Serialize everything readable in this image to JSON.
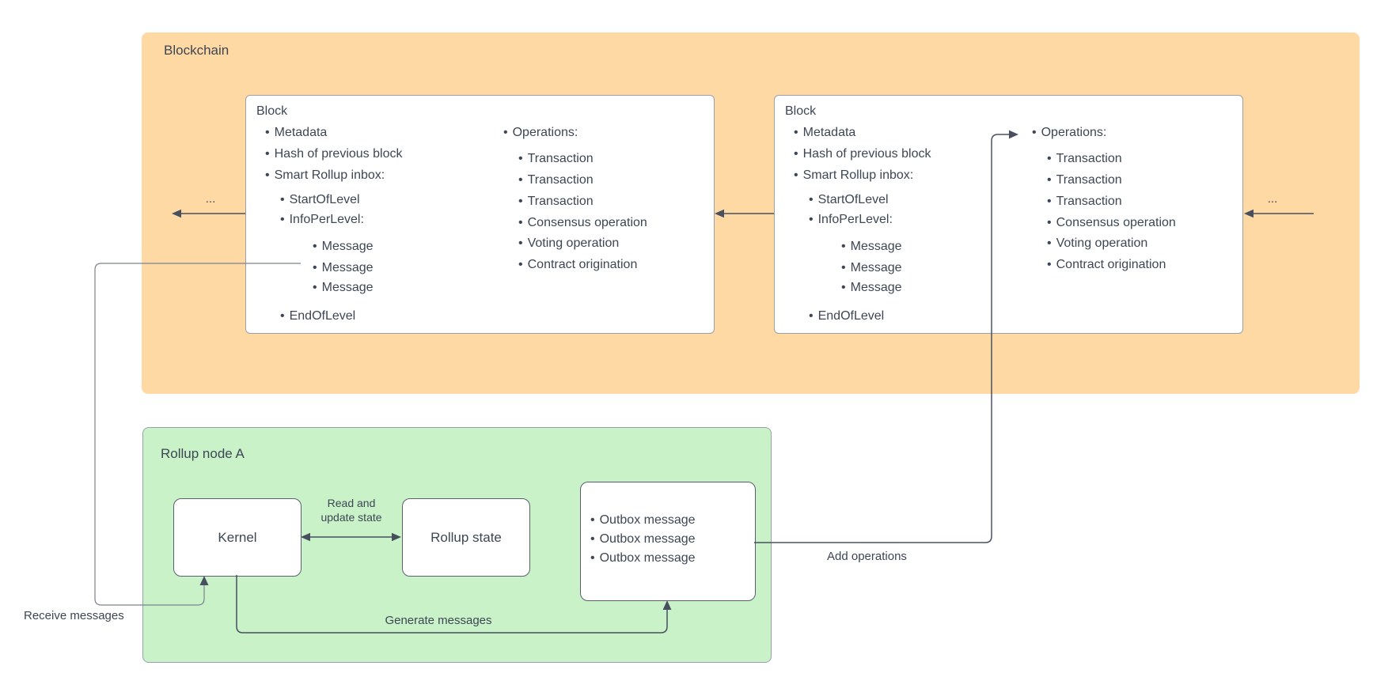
{
  "palette": {
    "background": "#ffffff",
    "blockchain_fill": "#ffd9a4",
    "rollup_fill": "#c9f2c9",
    "container_border": "#9aa0a8",
    "block_border": "#9aa0a8",
    "node_border": "#59606c",
    "text": "#3e4654",
    "line": "#485060",
    "thin_line": "#7b828d"
  },
  "blockchain": {
    "label": "Blockchain",
    "ellipsis_left": "...",
    "ellipsis_right": "...",
    "block_a": {
      "title": "Block",
      "inbox_items": [
        "Metadata",
        "Hash of previous block",
        "Smart Rollup inbox:",
        "StartOfLevel",
        "InfoPerLevel:",
        "Message",
        "Message",
        "Message",
        "EndOfLevel"
      ],
      "ops_items": [
        "Operations:",
        "Transaction",
        "Transaction",
        "Transaction",
        "Consensus operation",
        "Voting operation",
        "Contract origination"
      ]
    },
    "block_b": {
      "title": "Block",
      "inbox_items": [
        "Metadata",
        "Hash of previous block",
        "Smart Rollup inbox:",
        "StartOfLevel",
        "InfoPerLevel:",
        "Message",
        "Message",
        "Message",
        "EndOfLevel"
      ],
      "ops_items": [
        "Operations:",
        "Transaction",
        "Transaction",
        "Transaction",
        "Consensus operation",
        "Voting operation",
        "Contract origination"
      ]
    }
  },
  "rollup_node": {
    "label": "Rollup node A",
    "kernel_label": "Kernel",
    "rollup_state_label": "Rollup state",
    "outbox_items": [
      "Outbox message",
      "Outbox message",
      "Outbox message"
    ]
  },
  "edge_labels": {
    "receive_messages": "Receive messages",
    "read_update_state": "Read and\nupdate state",
    "generate_messages": "Generate messages",
    "add_operations": "Add operations"
  }
}
